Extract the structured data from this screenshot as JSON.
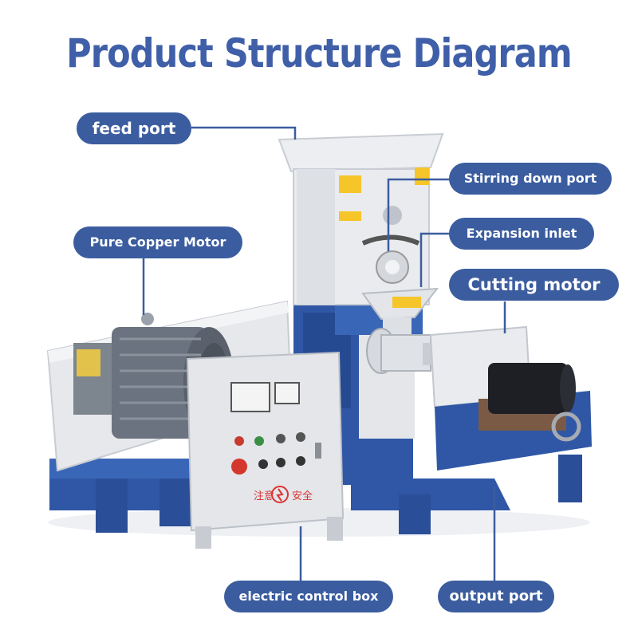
{
  "title": "Product Structure Diagram",
  "labels": {
    "feed_port": "feed port",
    "stirring_down_port": "Stirring down port",
    "pure_copper_motor": "Pure Copper Motor",
    "expansion_inlet": "Expansion inlet",
    "cutting_motor": "Cutting motor",
    "electric_control_box": "electric control box",
    "output_port": "output port"
  },
  "panel_text": {
    "left": "注意",
    "right": "安全"
  },
  "colors": {
    "label_bg": "#3b5d9f",
    "title": "#3f5fa8",
    "machine_blue": "#2f57a6",
    "machine_white": "#e9ebee",
    "leader_line": "#3b5d9f"
  }
}
